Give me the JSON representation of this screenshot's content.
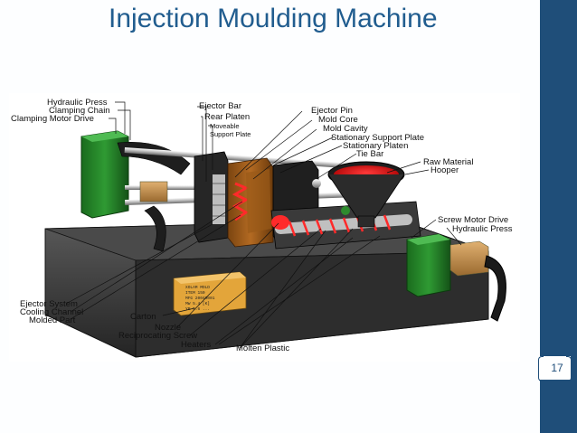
{
  "slide": {
    "title": "Injection Moulding Machine",
    "page_number": "17",
    "colors": {
      "title": "#215d8f",
      "side_bar": "#1f4e79"
    }
  },
  "diagram": {
    "labels": {
      "hydraulic_press_left": "Hydraulic Press",
      "clamping_chain": "Clamping Chain",
      "clamping_motor_drive": "Clamping Motor Drive",
      "ejector_bar": "Ejector Bar",
      "rear_platen": "Rear Platen",
      "moveable_support_plate_1": "Moveable",
      "moveable_support_plate_2": "Support Plate",
      "ejector_pin": "Ejector Pin",
      "mold_core": "Mold Core",
      "mold_cavity": "Mold Cavity",
      "stationary_support_plate": "Stationary Support Plate",
      "stationary_platen": "Stationary Platen",
      "tie_bar": "Tie Bar",
      "raw_material": "Raw Material",
      "hooper": "Hooper",
      "screw_motor_drive": "Screw Motor Drive",
      "hydraulic_press_right": "Hydraulic Press",
      "ejector_system": "Ejector System",
      "cooling_channel": "Cooling Channel",
      "molded_part": "Molded Part",
      "carton": "Carton",
      "nozzle": "Nozzle",
      "reciprocating_screw": "Reciprocating Screw",
      "heaters": "Heaters",
      "molten_plastic": "Molten Plastic"
    },
    "nameplate": [
      "XOLAM MOLD",
      "ITEM 150",
      "MFG 20040001",
      "MW 5.4 [K]",
      "YR 5.6 ..."
    ]
  }
}
